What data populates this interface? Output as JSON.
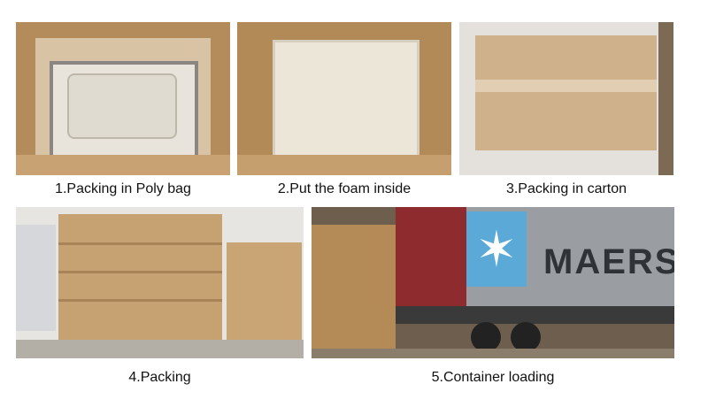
{
  "steps": [
    {
      "caption": "1.Packing in Poly bag"
    },
    {
      "caption": "2.Put the foam inside"
    },
    {
      "caption": "3.Packing in carton"
    },
    {
      "caption": "4.Packing"
    },
    {
      "caption": "5.Container loading"
    }
  ],
  "container_logo_text": "MAERSK",
  "colors": {
    "cardboard": "#c19a6b",
    "container_red": "#8e2b2e",
    "container_grey": "#9a9ea3",
    "maersk_blue": "#5aa9d6"
  }
}
